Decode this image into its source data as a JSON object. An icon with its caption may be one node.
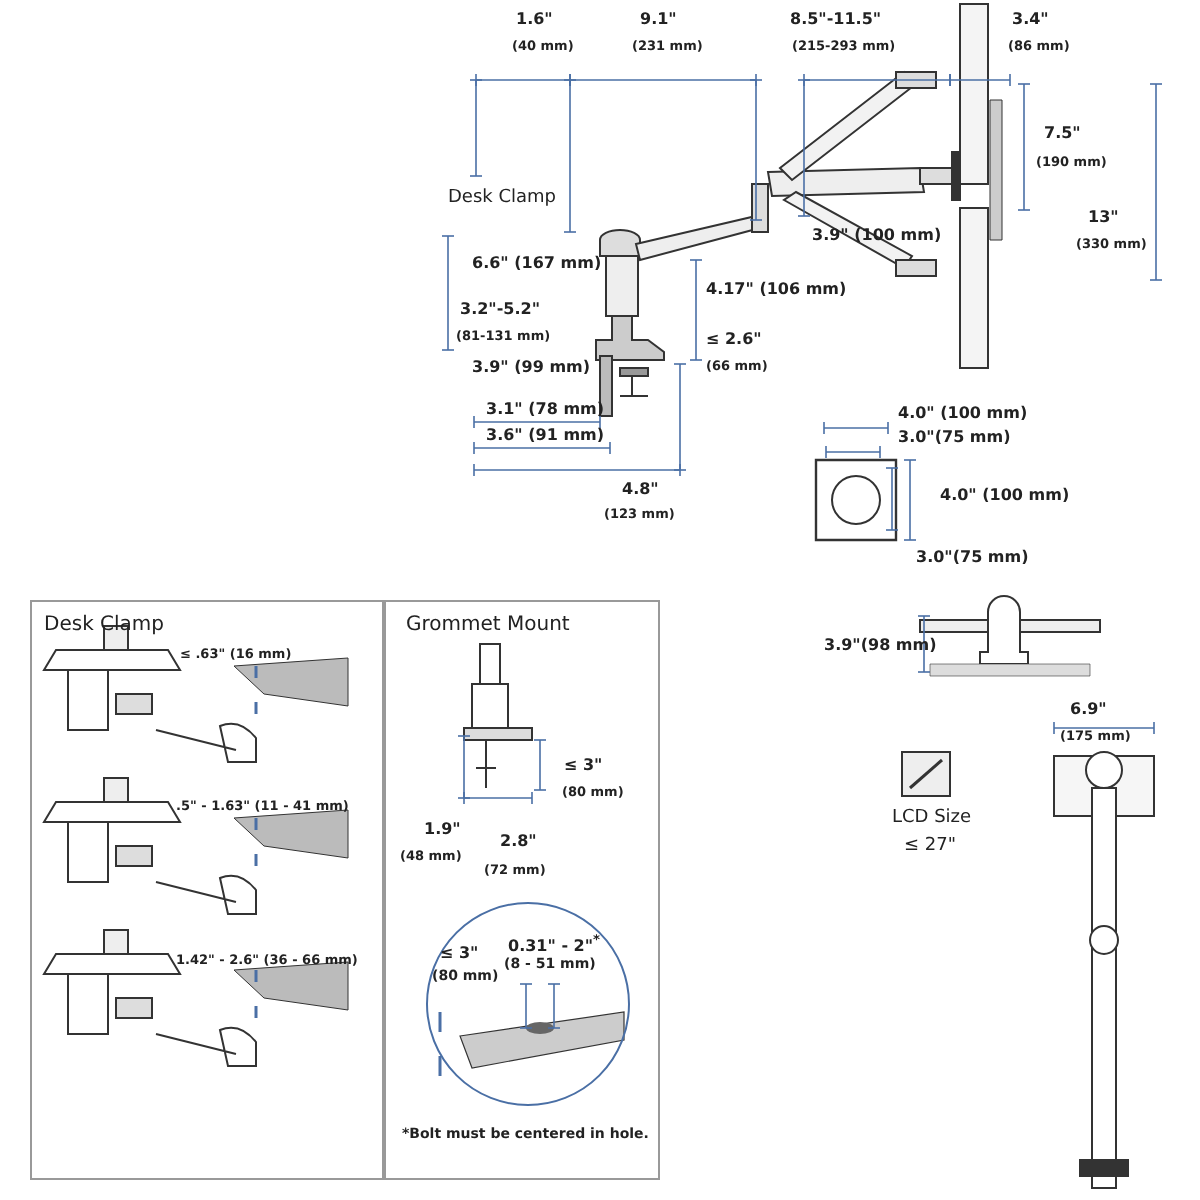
{
  "diagram": {
    "nodes": [
      {
        "text": [
          "Desk Clamp"
        ]
      },
      {
        "text": [
          "Grommet Mount",
          "*Bolt must be centered in hole."
        ]
      },
      {
        "text": [
          "≤ 3\"",
          "(80 mm)",
          "0.31\" - 2\"$^{*}$",
          "(8 - 51 mm)"
        ],
        "in": 1
      }
    ],
    "labels": [
      "1.6\"",
      "(40 mm)",
      "9.1\"",
      "(231 mm)",
      "8.5\"-11.5\"",
      "(215-293 mm)",
      "3.4\"",
      "(86 mm)",
      "7.5\"",
      "(190 mm)",
      "Desk Clamp",
      "13\"",
      "(330 mm)",
      "6.6\" (167 mm)",
      "3.9\" (100 mm)",
      "3.2\"-5.2\"",
      "(81-131 mm)",
      "4.17\" (106 mm)",
      "3.9\" (99 mm)",
      "≤ 2.6\"",
      "(66 mm)",
      "3.1\" (78 mm)",
      "3.6\" (91 mm)",
      "4.8\"",
      "(123 mm)",
      "4.0\" (100 mm)",
      "3.0\"(75 mm)",
      "4.0\" (100 mm)",
      "3.0\"(75 mm)",
      "3.9\"(98 mm)",
      "6.9\"",
      "(175 mm)",
      "LCD Size",
      "≤ 27\"",
      "≤ .63\" (16 mm)",
      ".5\" - 1.63\" (11 - 41 mm)",
      "1.42\" - 2.6\" (36 - 66 mm)",
      "≤ 3\"",
      "(80 mm)",
      "1.9\"",
      "(48 mm)",
      "2.8\"",
      "(72 mm)"
    ]
  }
}
